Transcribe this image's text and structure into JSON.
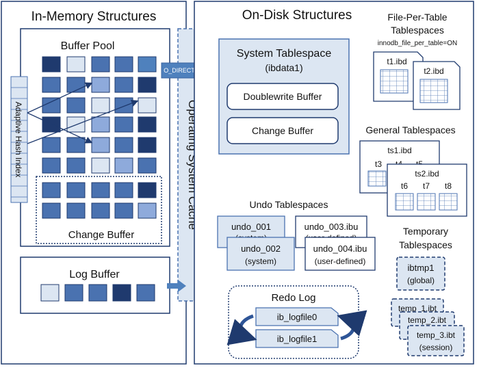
{
  "in_memory": {
    "title": "In-Memory Structures",
    "buffer_pool_title": "Buffer Pool",
    "adaptive_hash_index": "Adaptive Hash Index",
    "change_buffer": "Change Buffer",
    "log_buffer": "Log Buffer"
  },
  "os_cache": {
    "label": "Operating System Cache",
    "o_direct": "O_DIRECT"
  },
  "on_disk": {
    "title": "On-Disk Structures",
    "system_tablespace": {
      "title": "System Tablespace",
      "file": "(ibdata1)",
      "doublewrite": "Doublewrite Buffer",
      "change_buffer": "Change Buffer"
    },
    "file_per_table": {
      "title_line1": "File-Per-Table",
      "title_line2": "Tablespaces",
      "option": "innodb_file_per_table=ON",
      "files": [
        "t1.ibd",
        "t2.ibd"
      ]
    },
    "general": {
      "title": "General Tablespaces",
      "ts1": "ts1.ibd",
      "ts1_tables": [
        "t3",
        "t4",
        "t5"
      ],
      "ts2": "ts2.ibd",
      "ts2_tables": [
        "t6",
        "t7",
        "t8"
      ]
    },
    "undo": {
      "title": "Undo Tablespaces",
      "undo_001": "undo_001",
      "undo_001_sub": "(system)",
      "undo_002": "undo_002",
      "undo_002_sub": "(system)",
      "undo_003": "undo_003.ibu",
      "undo_003_sub": "(user-defined)",
      "undo_004": "undo_004.ibu",
      "undo_004_sub": "(user-defined)"
    },
    "temporary": {
      "title_line1": "Temporary",
      "title_line2": "Tablespaces",
      "ibtmp1": "ibtmp1",
      "ibtmp1_sub": "(global)",
      "temp_1": "temp_1.ibt",
      "temp_2": "temp_2.ibt",
      "temp_3": "temp_3.ibt",
      "temp_sub": "(session)"
    },
    "redo": {
      "title": "Redo Log",
      "file0": "ib_logfile0",
      "file1": "ib_logfile1"
    }
  },
  "colors": {
    "dark": "#1f3a6e",
    "mid": "#4a72b0",
    "light": "#8eaadb",
    "pale": "#dce6f2",
    "panel": "#dce6f2",
    "accent": "#4f81bd"
  }
}
